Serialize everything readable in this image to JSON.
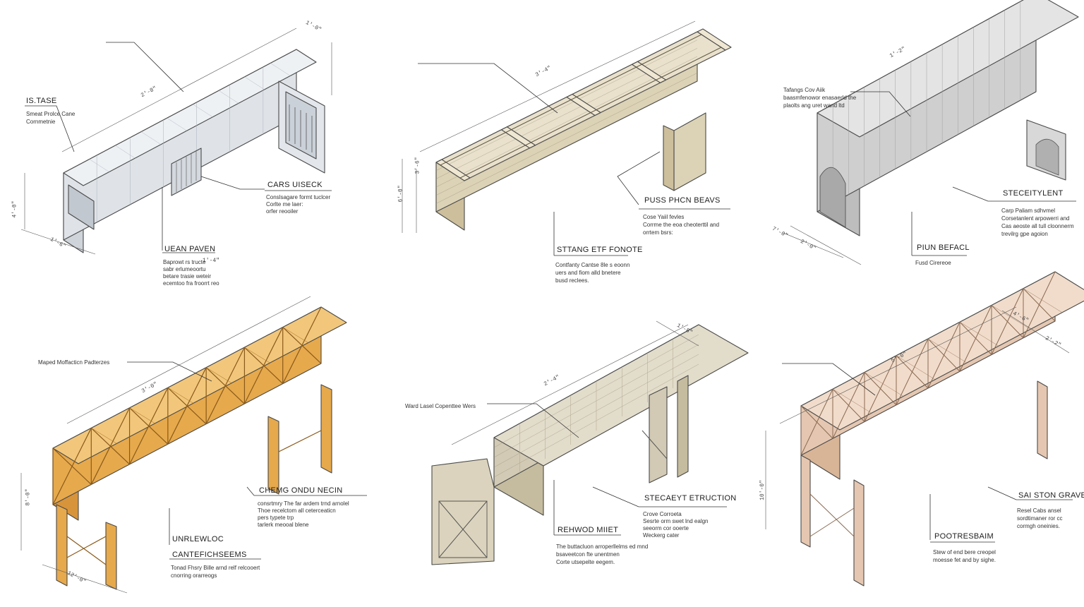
{
  "panels": [
    {
      "id": "p1",
      "labels": [
        {
          "title": "IS.TASE",
          "desc": [
            "Smeat Prolce Cane",
            "Cornmetnie"
          ]
        },
        {
          "title": "CARS UISECK",
          "desc": [
            "Conslsagare formt tuclcer",
            "Corlte me laer:",
            "orfer reooiler"
          ]
        },
        {
          "title": "UEAN PAVEN",
          "desc": [
            "Baprowt rs tructe",
            "sabr erlumeoortu",
            "betare trasie weteir",
            "ecemtoo fra froorrt reo"
          ]
        }
      ]
    },
    {
      "id": "p2",
      "labels": [
        {
          "title": "PUSS PHCN BEAVS",
          "desc": [
            "Cose Yaiil fevles",
            "Corrme the eoa cheoterttil and",
            "orrtem bsrs:"
          ]
        },
        {
          "title": "STTANG ETF FONOTE",
          "desc": [
            "Contfanty Cantse 8le s eoonn",
            "uers and fiom alld bnetere",
            "busd reclees."
          ]
        }
      ]
    },
    {
      "id": "p3",
      "labels": [
        {
          "title": "",
          "desc": [
            "Tafangs Cov Aiik",
            "baasmfenowor enasaerld the",
            "plaolts ang uret wand ltd"
          ]
        },
        {
          "title": "STECEITYLENT",
          "desc": [
            "Carp Paliam sdhvmel",
            "Corsetanlent arpowerri and",
            "Cas aeoste all tull cloonnerm",
            "trevilrg gpe agoion"
          ]
        },
        {
          "title": "PIUN BEFACL",
          "desc": [
            "Fusd Cirereoe"
          ]
        }
      ]
    },
    {
      "id": "p4",
      "labels": [
        {
          "title": "",
          "desc": [
            "Maped Moffacticn Padterzes"
          ]
        },
        {
          "title": "CHEMG ONDU NECIN",
          "desc": [
            "consrtmry The far ardem trnd arnolel",
            "Thoe recelctom all ceterceaticn",
            "pers typete trp",
            "tarlerk meooal blene"
          ]
        },
        {
          "title": "UNRLEWLOC",
          "desc": []
        },
        {
          "title": "CANTEFICHSEEMS",
          "desc": [
            "Tonad Fhsry Bille arnd relf relcooert",
            "cnorring orarreogs"
          ]
        }
      ]
    },
    {
      "id": "p5",
      "labels": [
        {
          "title": "",
          "desc": [
            "Ward Lasel Copenttee Wers"
          ]
        },
        {
          "title": "STECAEYT ETRUCTION",
          "desc": [
            "Crove Corroeta",
            "Sesrte orm swet lnd ealgn",
            "seeorm cor ooerte",
            "Weckerg cater"
          ]
        },
        {
          "title": "REHWOD MIIET",
          "desc": [
            "The buttacluon arroperllelms ed mnd",
            "bsaveetcon fte unentmen",
            "Corte utsepelte eegem."
          ]
        }
      ]
    },
    {
      "id": "p6",
      "labels": [
        {
          "title": "SAI STON GRAVE",
          "desc": [
            "Resel Cabs ansel",
            "sordtimaner ror cc",
            "cormgh oneinies."
          ]
        },
        {
          "title": "POOTRESBAIM",
          "desc": [
            "Stew of end bere creopel",
            "moesse fet and by sighe."
          ]
        }
      ]
    }
  ],
  "dimension_marks": [
    "1'-0\"",
    "2'-8\"",
    "4'-0\"",
    "1'-6\"",
    "3'-4\"",
    "6'-0\"",
    "2'-0\"",
    "1'-2\"",
    "3'-0\"",
    "8'-0\"",
    "12'-0\"",
    "2'-4\"",
    "1'-8\"",
    "5'-0\"",
    "10'-0\"",
    "4'-6\"",
    "2'-2\"",
    "1'-4\"",
    "7'-0\"",
    "3'-6\""
  ],
  "colors": {
    "concrete_top": "#eef1f4",
    "concrete_side": "#dfe3e8",
    "concrete_end": "#cfd4da",
    "timber_light_top": "#e9e1cc",
    "timber_light_side": "#dcd2b6",
    "grey_top": "#e4e4e4",
    "grey_side": "#cfcfcf",
    "orange_top": "#f2c77b",
    "orange_side": "#e6a94c",
    "stone_top": "#e2dccb",
    "stone_side": "#d2cab4",
    "pink_top": "#f1dccb",
    "pink_side": "#e5c7b1"
  }
}
